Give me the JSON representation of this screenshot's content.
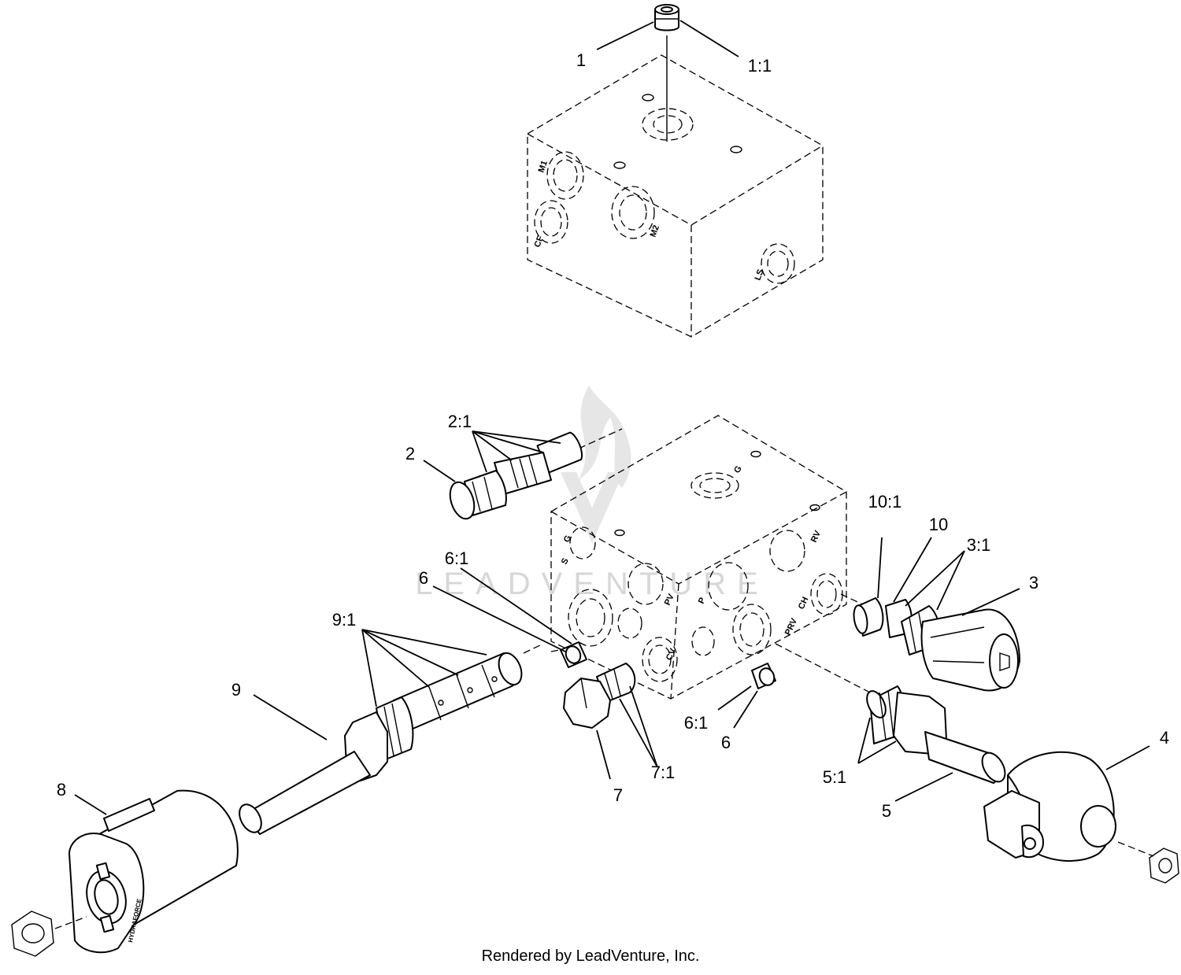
{
  "diagram": {
    "callouts": {
      "c1": "1",
      "c1_1": "1:1",
      "c2": "2",
      "c2_1": "2:1",
      "c3": "3",
      "c3_1": "3:1",
      "c4": "4",
      "c5": "5",
      "c5_1": "5:1",
      "c6a": "6",
      "c6a_1": "6:1",
      "c6b": "6",
      "c6b_1": "6:1",
      "c7": "7",
      "c7_1": "7:1",
      "c8": "8",
      "c9": "9",
      "c9_1": "9:1",
      "c10": "10",
      "c10_1": "10:1"
    },
    "upper_block_ports": {
      "m1": "M1",
      "cf": "CF",
      "m2": "M2",
      "ls": "LS"
    },
    "lower_block_ports": {
      "g_top": "G",
      "g": "G",
      "s": "S",
      "pv": "PV",
      "cv": "CV",
      "p": "P",
      "rv": "RV",
      "ch": "CH",
      "prv": "PRV"
    },
    "coil_brand": "HYDRAFORCE",
    "watermark": "LEADVENTURE"
  },
  "footer": "Rendered by LeadVenture, Inc."
}
